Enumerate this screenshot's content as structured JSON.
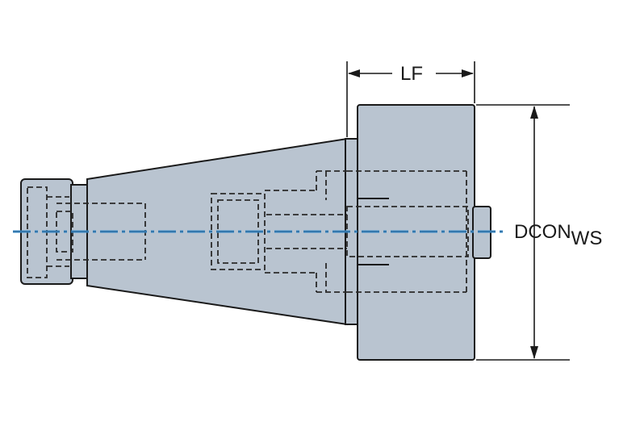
{
  "colors": {
    "body_fill": "#b9c4d0",
    "outline": "#1a1a1a",
    "hidden_line": "#2a2a2a",
    "centerline": "#3a8fd0",
    "background": "#ffffff"
  },
  "dimensions": {
    "lf": {
      "label": "LF"
    },
    "dcon": {
      "label_main": "DCON",
      "label_sub": "WS"
    }
  }
}
